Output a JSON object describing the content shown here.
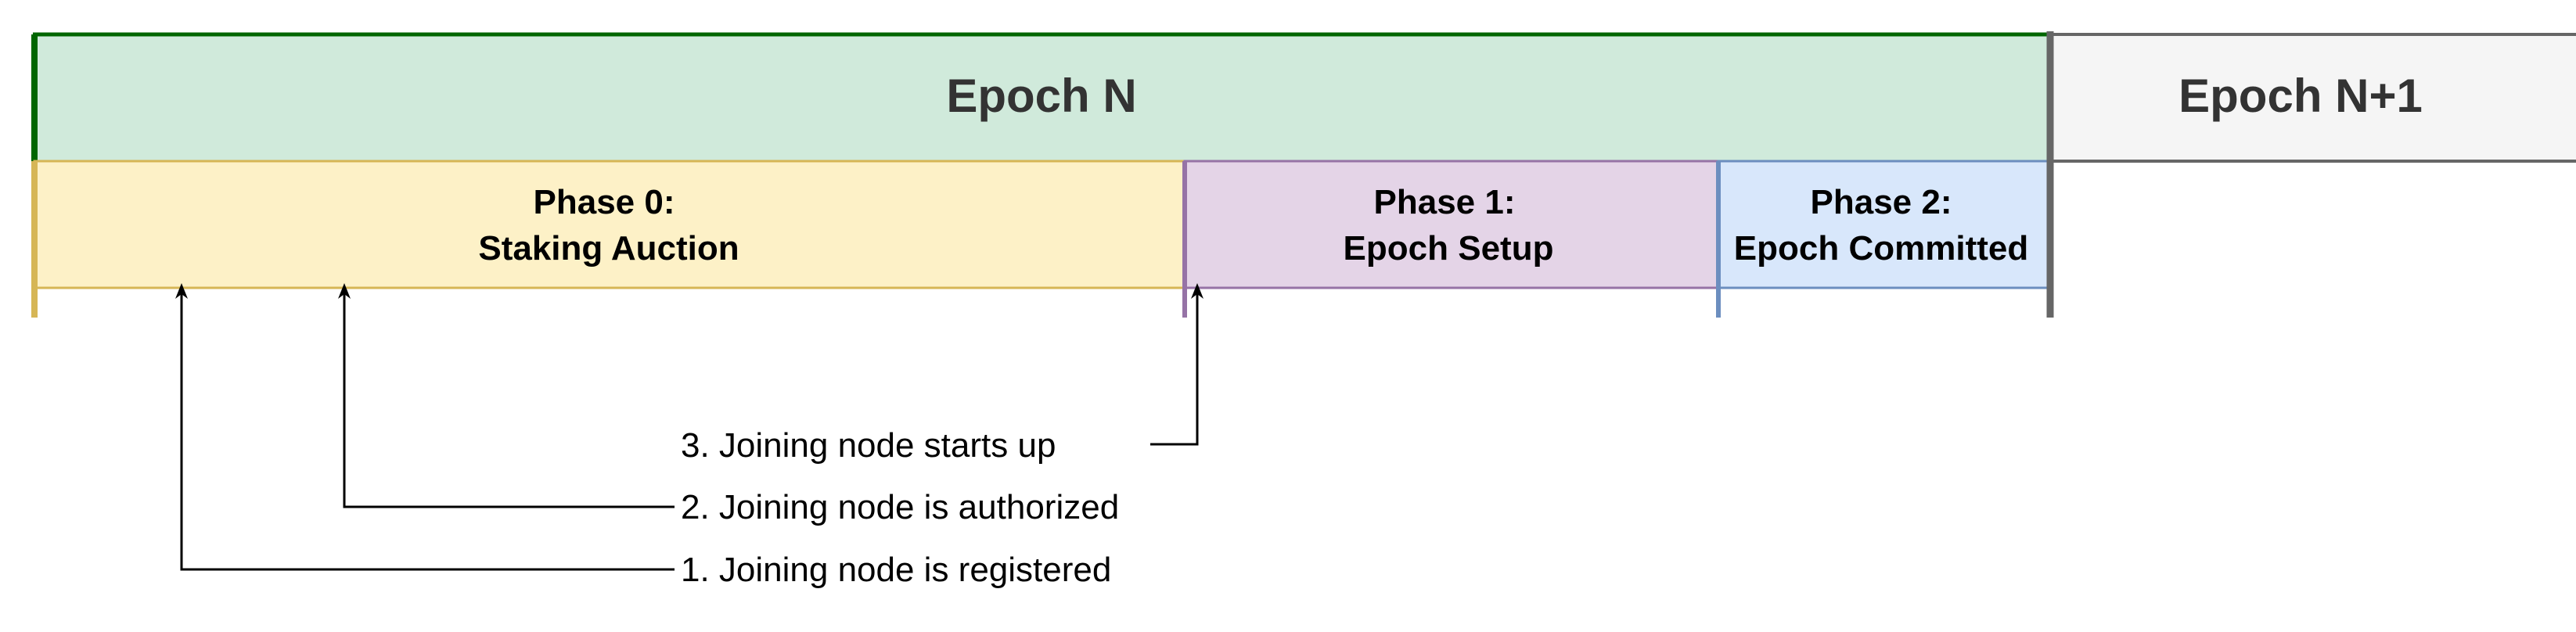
{
  "epochs": [
    {
      "label": "Epoch N",
      "fill": "#d0eadb",
      "accent": "#006600"
    },
    {
      "label": "Epoch N+1",
      "fill": "#f5f5f5",
      "accent": "#666666"
    }
  ],
  "phases": [
    {
      "line1": "Phase 0:",
      "line2": "Staking Auction",
      "fill": "#fdf1c7",
      "accent": "#d6b656"
    },
    {
      "line1": "Phase 1:",
      "line2": "Epoch Setup",
      "fill": "#e4d4e7",
      "accent": "#9673a6"
    },
    {
      "line1": "Phase 2:",
      "line2": "Epoch Committed",
      "fill": "#d8e7fb",
      "accent": "#6c8ebf"
    }
  ],
  "annotations": [
    {
      "text": "3. Joining node starts up"
    },
    {
      "text": "2. Joining node is authorized"
    },
    {
      "text": "1. Joining node is registered"
    }
  ]
}
